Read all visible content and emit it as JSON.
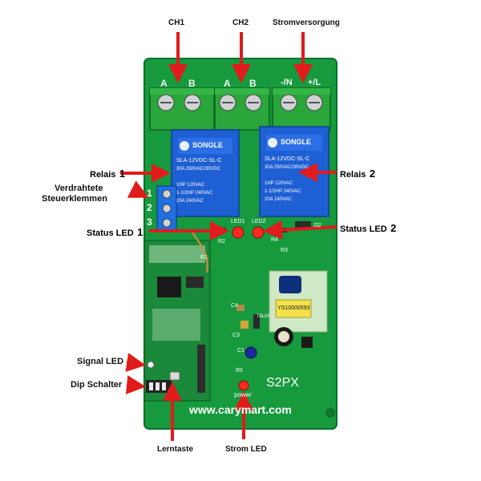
{
  "labels": {
    "ch1": "CH1",
    "ch2": "CH2",
    "power_supply": "Stromversorgung",
    "relay1_text": "Relais",
    "relay1_num": "1",
    "relay2_text": "Relais",
    "relay2_num": "2",
    "wired_line1": "Verdrahtete",
    "wired_line2": "Steuerklemmen",
    "status1_text": "Status LED",
    "status1_num": "1",
    "status2_text": "Status LED",
    "status2_num": "2",
    "signal_led": "Signal LED",
    "dip_switch": "Dip Schalter",
    "learn_button": "Lerntaste",
    "power_led": "Strom LED"
  },
  "board": {
    "terminal_a1": "A",
    "terminal_b1": "B",
    "terminal_a2": "A",
    "terminal_b2": "B",
    "terminal_n": "-/N",
    "terminal_l": "+/L",
    "relay_brand": "SONGLE",
    "relay_model": "SLA-12VDC-SL-C",
    "relay_line1": "30A  250VAC/30VDC",
    "relay_line2": "1HP 120VAC",
    "relay_line3": "1-1/2HP 240VAC",
    "relay_line4": "20A  240VAC",
    "led1": "LED1",
    "led2": "LED2",
    "d2": "D2",
    "r1": "R1",
    "r2": "R2",
    "r3": "R3",
    "r4": "R4",
    "r5": "R5",
    "c1": "C1",
    "c3": "C3",
    "c4": "C4",
    "reg": "78L05",
    "power_module": "YS10000593",
    "model": "S2PX",
    "url": "www.carymart.com",
    "power_mark": "power",
    "ctrl_1": "1",
    "ctrl_2": "2",
    "ctrl_3": "3"
  },
  "colors": {
    "pcb": "#169a3d",
    "terminal": "#2aa63a",
    "relay": "#1f5fd4",
    "arrow": "#e01b1b",
    "led": "#ff2a1f",
    "ctrl_block": "#1f6fe0",
    "module": "#cfe8c5",
    "yellow_module": "#f3e14c"
  }
}
